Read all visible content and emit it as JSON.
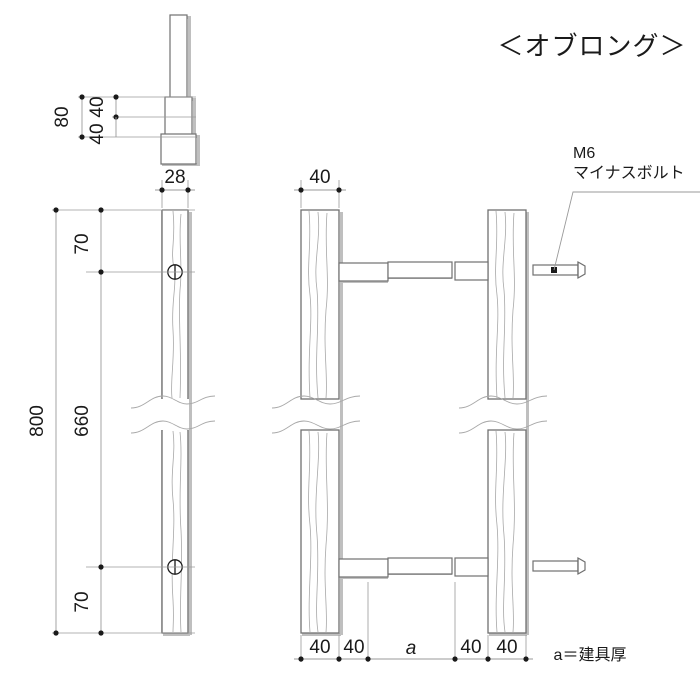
{
  "title": "＜オブロング＞",
  "top_view": {
    "dimensions": {
      "total_vertical": "80",
      "upper_segment": "40",
      "lower_segment": "40"
    }
  },
  "left_elevation": {
    "dimensions": {
      "width": "28",
      "total_height": "800",
      "top_offset": "70",
      "middle_span": "660",
      "bottom_offset": "70"
    }
  },
  "section_view": {
    "dimensions": {
      "top_width": "40",
      "bottom_chain": [
        "40",
        "40",
        "a",
        "40",
        "40"
      ]
    }
  },
  "annotations": {
    "bolt_label_line1": "M6",
    "bolt_label_line2": "マイナスボルト",
    "footnote": "a＝建具厚"
  },
  "colors": {
    "line": "#808080",
    "dim_line": "#9a9a9a",
    "text": "#1a1a1a",
    "shadow": "#bfbfbf",
    "grain": "#a8a8a8"
  }
}
